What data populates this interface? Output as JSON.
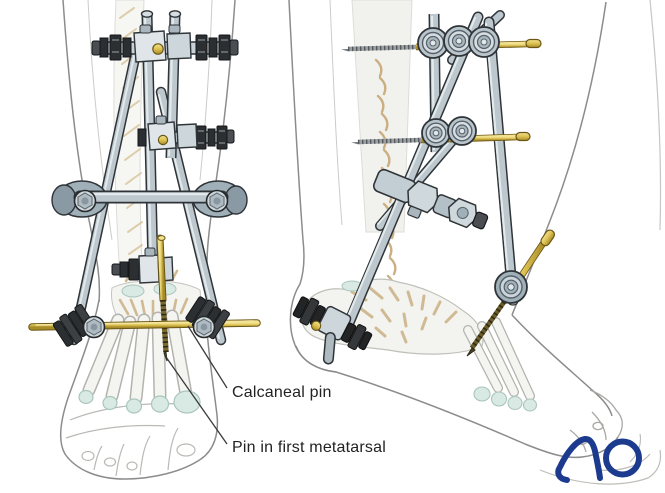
{
  "figure": {
    "type": "medical-illustration",
    "subject": "Delta-frame external fixation of the ankle with calcaneal and first-metatarsal pins",
    "views": [
      {
        "id": "anterior",
        "description": "Anterior view of lower leg and foot with external fixator"
      },
      {
        "id": "lateral",
        "description": "Lateral view of ankle and foot with external fixator"
      }
    ]
  },
  "annotations": {
    "labels": [
      {
        "text": "Calcaneal pin"
      },
      {
        "text": "Pin in first metatarsal"
      }
    ]
  },
  "logo": {
    "text": "AO"
  },
  "colors": {
    "background": "#ffffff",
    "steel": "#bcc7ce",
    "steel_light": "#e3eaec",
    "steel_dark": "#8fa2ac",
    "outline": "#2f3438",
    "brass": "#ddc252",
    "brass_dark": "#8a7420",
    "bone": "#f4f4f1",
    "bone_outline": "#b3b3ae",
    "cartilage": "#d9e9e3",
    "ligament": "#c9b283",
    "skin_line": "#8c8c8c",
    "label_text": "#222222",
    "logo_blue": "#1d3b8e"
  }
}
